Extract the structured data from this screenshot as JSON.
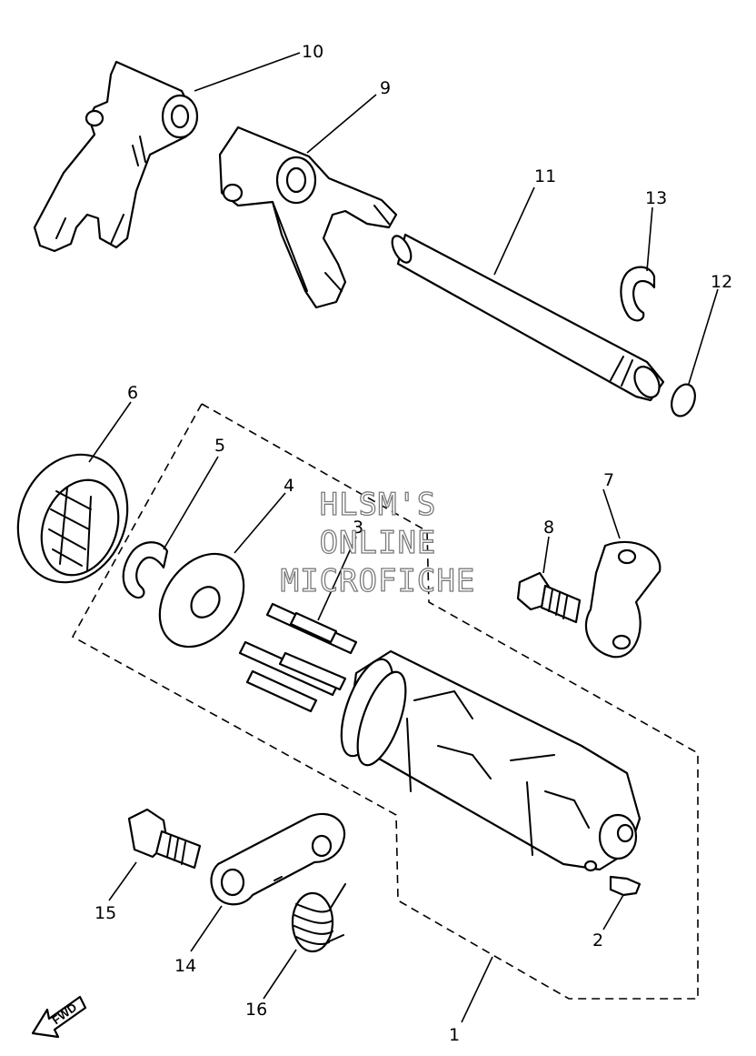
{
  "watermark": {
    "line1": "HLSM'S",
    "line2": "ONLINE",
    "line3": "MICROFICHE"
  },
  "direction_arrow": {
    "label": "FWD",
    "icon": "arrow-forward-icon"
  },
  "callouts": {
    "c1": "1",
    "c2": "2",
    "c3": "3",
    "c4": "4",
    "c5": "5",
    "c6": "6",
    "c7": "7",
    "c8": "8",
    "c9": "9",
    "c10": "10",
    "c11": "11",
    "c12": "12",
    "c13": "13",
    "c14": "14",
    "c15": "15",
    "c16": "16"
  },
  "colors": {
    "line": "#000000",
    "background": "#ffffff",
    "watermark_outline": "#7a7a7a"
  }
}
